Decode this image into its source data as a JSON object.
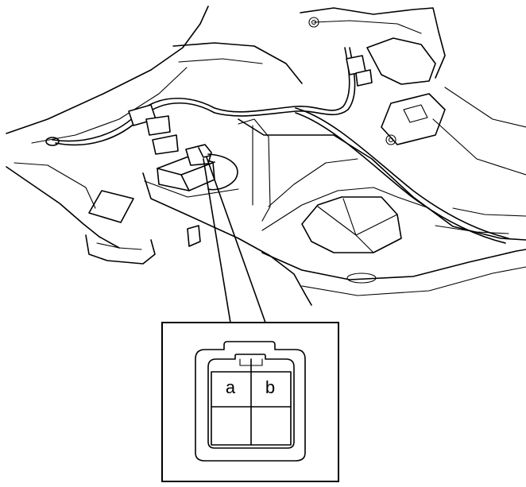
{
  "connector": {
    "pins": [
      {
        "id": "a",
        "label": "a"
      },
      {
        "id": "b",
        "label": "b"
      }
    ]
  }
}
